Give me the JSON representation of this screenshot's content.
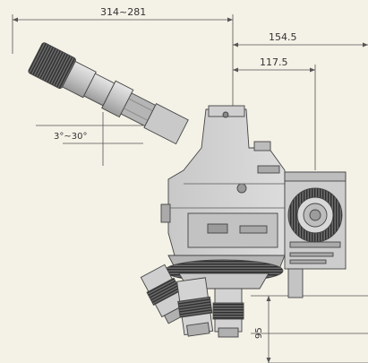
{
  "dimensions": {
    "overall_width": "314~281",
    "top_right": "154.5",
    "mid_right": "117.5",
    "tilt_angle": "3°~30°",
    "lower_height": "95"
  },
  "colors": {
    "background": "#f4f1e6",
    "body_light": "#d6d6d6",
    "body_mid": "#b9b9b9",
    "body_dark": "#8c8c8c",
    "knurl": "#5a5a5a",
    "line": "#444444"
  }
}
